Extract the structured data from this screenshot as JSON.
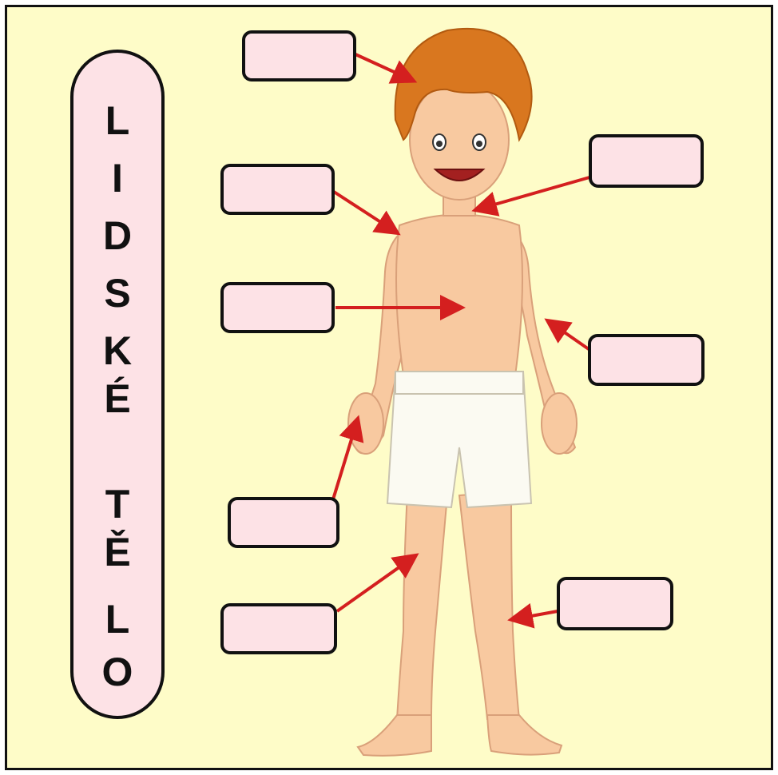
{
  "title_letters": [
    "L",
    "I",
    "D",
    "S",
    "K",
    "É",
    "",
    "T",
    "Ě",
    "L",
    "O"
  ],
  "label_boxes": [
    "",
    "",
    "",
    "",
    "",
    "",
    "",
    "",
    ""
  ],
  "colors": {
    "background": "#fefcc8",
    "box_fill": "#fde2e6",
    "border": "#111111",
    "arrow": "#d41f1f",
    "skin": "#f8c9a0",
    "hair": "#d9771f",
    "shorts": "#fbfaf2"
  },
  "figure": "boy-in-white-shorts"
}
